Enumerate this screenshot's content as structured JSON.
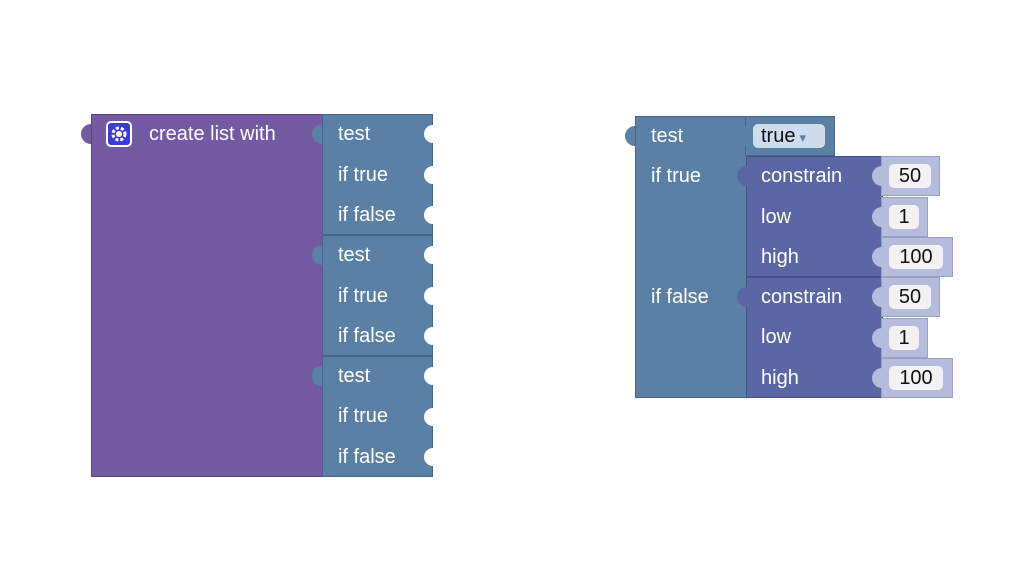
{
  "left_block": {
    "title": "create list with",
    "settings_icon": "gear-icon",
    "items": [
      {
        "test": "test",
        "if_true": "if true",
        "if_false": "if false"
      },
      {
        "test": "test",
        "if_true": "if true",
        "if_false": "if false"
      },
      {
        "test": "test",
        "if_true": "if true",
        "if_false": "if false"
      }
    ]
  },
  "right_block": {
    "test_label": "test",
    "if_true_label": "if true",
    "if_false_label": "if false",
    "boolean_value": "true",
    "dropdown_icon": "▾",
    "constrain_true": {
      "label": "constrain",
      "value": "50",
      "low_label": "low",
      "low": "1",
      "high_label": "high",
      "high": "100"
    },
    "constrain_false": {
      "label": "constrain",
      "value": "50",
      "low_label": "low",
      "low": "1",
      "high_label": "high",
      "high": "100"
    }
  },
  "colors": {
    "list_block": "#7459a3",
    "logic_block": "#5a80a5",
    "math_block": "#5b67a5",
    "number_block": "#b6bcdc"
  }
}
